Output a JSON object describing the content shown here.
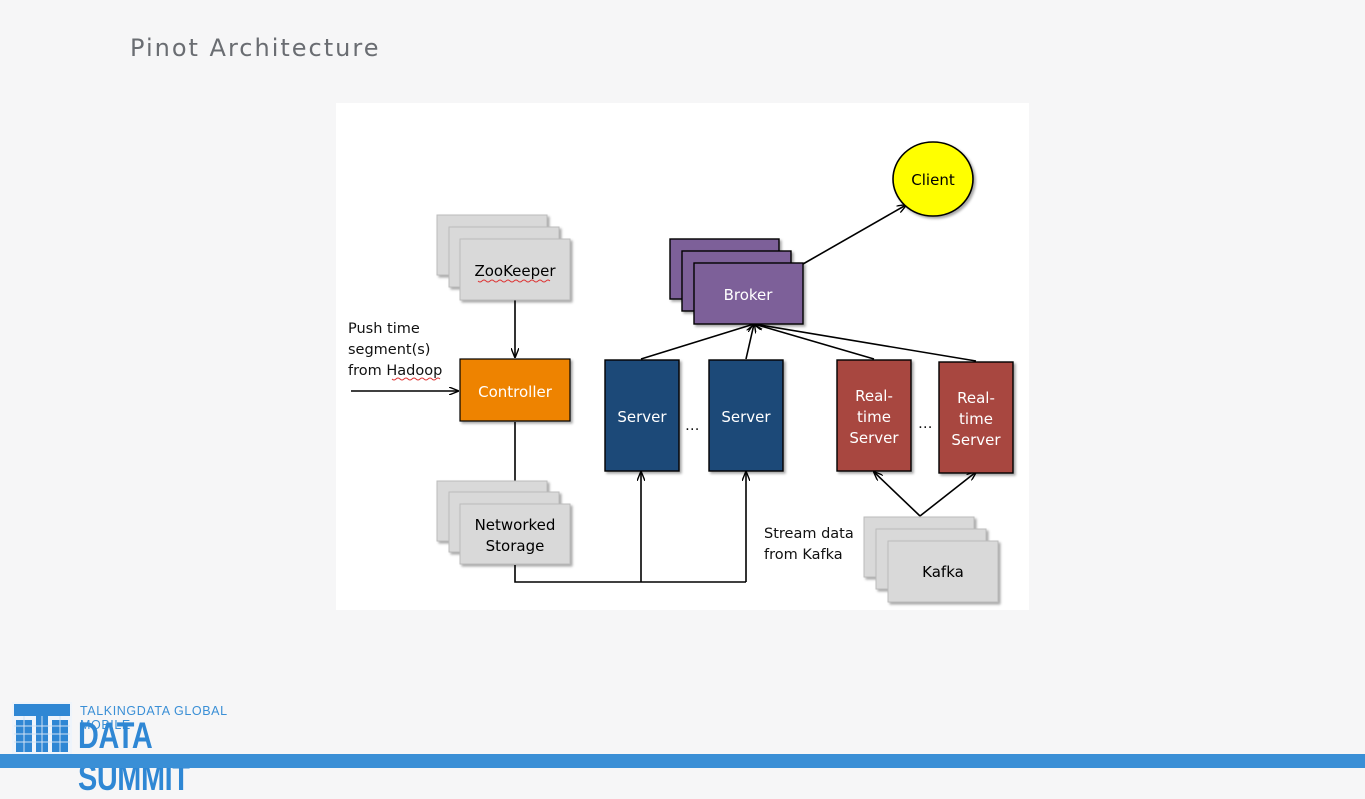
{
  "slide": {
    "title": "Pinot Architecture"
  },
  "diagram": {
    "nodes": {
      "client": "Client",
      "zookeeper": "ZooKeeper",
      "broker": "Broker",
      "controller": "Controller",
      "server_1": "Server",
      "server_2": "Server",
      "realtime_1": [
        "Real-",
        "time",
        "Server"
      ],
      "realtime_2": [
        "Real-",
        "time",
        "Server"
      ],
      "storage": [
        "Networked",
        "Storage"
      ],
      "kafka": "Kafka"
    },
    "annotations": {
      "push_note": [
        "Push time",
        "segment(s)",
        "from Hadoop"
      ],
      "stream_note": [
        "Stream data",
        "from Kafka"
      ],
      "ellipsis_servers": "…",
      "ellipsis_realtime": "…"
    },
    "colors": {
      "client": "#ffff00",
      "broker": "#7d6199",
      "controller": "#ee8300",
      "server": "#1f4a78",
      "realtime": "#a8463f",
      "gray_box": "#d9d9d9"
    }
  },
  "footer": {
    "logo_tagline": "TALKINGDATA GLOBAL MOBILE",
    "logo_name": "DATA SUMMIT",
    "logo_mark": "T11"
  }
}
